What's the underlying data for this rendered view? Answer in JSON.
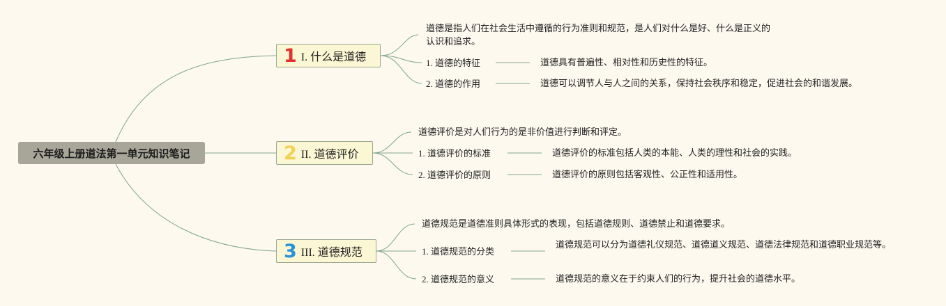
{
  "root": {
    "title": "六年级上册道法第一单元知识笔记"
  },
  "branches": [
    {
      "number": "1",
      "number_color": "#e0332f",
      "title": "I. 什么是道德",
      "summary": "道德是指人们在社会生活中遵循的行为准则和规范，是人们对什么是好、什么是正义的认识和追求。",
      "items": [
        {
          "label": "1. 道德的特征",
          "detail": "道德具有普遍性、相对性和历史性的特征。"
        },
        {
          "label": "2. 道德的作用",
          "detail": "道德可以调节人与人之间的关系，保持社会秩序和稳定，促进社会的和谐发展。"
        }
      ]
    },
    {
      "number": "2",
      "number_color": "#f2d155",
      "title": "II. 道德评价",
      "summary": "道德评价是对人们行为的是非价值进行判断和评定。",
      "items": [
        {
          "label": "1. 道德评价的标准",
          "detail": "道德评价的标准包括人类的本能、人类的理性和社会的实践。"
        },
        {
          "label": "2. 道德评价的原则",
          "detail": "道德评价的原则包括客观性、公正性和适用性。"
        }
      ]
    },
    {
      "number": "3",
      "number_color": "#2a93d5",
      "title": "III. 道德规范",
      "summary": "道德规范是道德准则具体形式的表现，包括道德规则、道德禁止和道德要求。",
      "items": [
        {
          "label": "1. 道德规范的分类",
          "detail": "道德规范可以分为道德礼仪规范、道德道义规范、道德法律规范和道德职业规范等。"
        },
        {
          "label": "2. 道德规范的意义",
          "detail": "道德规范的意义在于约束人们的行为，提升社会的道德水平。"
        }
      ]
    }
  ],
  "colors": {
    "line": "#7fa58e",
    "background": "#fdf9ef",
    "root_fill": "#a8a699",
    "branch_fill": "#fbf6d3"
  }
}
